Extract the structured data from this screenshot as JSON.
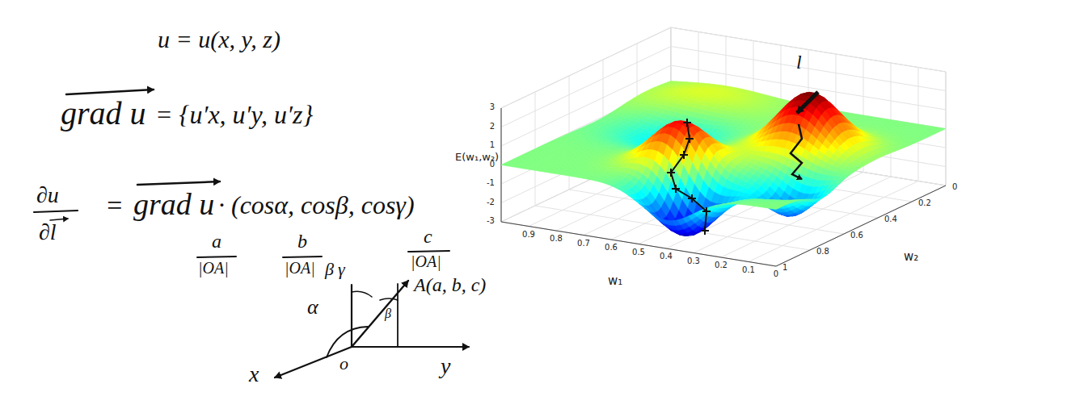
{
  "diagram": {
    "labels": [
      "u = u(x, y, z)",
      "grad u",
      "= {u′x, u′y, u′z}",
      "∂u",
      "∂l",
      "=",
      "grad u",
      "· (cosα, cosβ, cosγ)",
      "a",
      "|OA|",
      "b",
      "|OA|",
      "β",
      "γ",
      "c",
      "|OA|",
      "A(a, b, c)",
      "α",
      "x",
      "o",
      "y",
      "β",
      "E(w₁,w₂)",
      "3",
      "2",
      "1",
      "0",
      "-1",
      "-2",
      "-3",
      "0.9",
      "0.8",
      "0.7",
      "0.6",
      "0.5",
      "0.4",
      "0.3",
      "0.2",
      "0.1",
      "0",
      "w₁",
      "0",
      "0.2",
      "0.4",
      "0.6",
      "0.8",
      "1",
      "w₂",
      "l"
    ]
  }
}
